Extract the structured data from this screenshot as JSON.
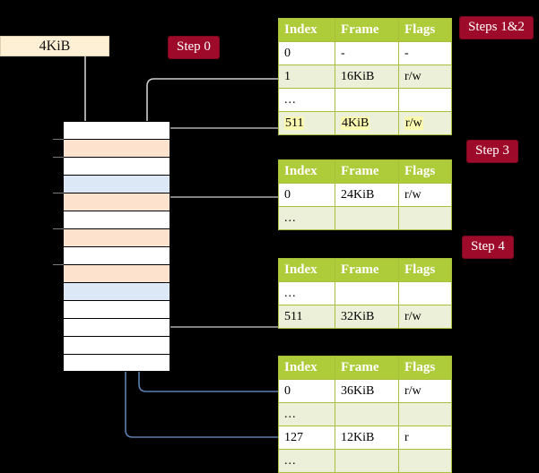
{
  "diagram": {
    "title_badges": [
      {
        "id": "steps-1-2",
        "label": "Steps 1&2"
      },
      {
        "id": "step-3",
        "label": "Step 3"
      },
      {
        "id": "step-4",
        "label": "Step 4"
      },
      {
        "id": "step-0",
        "label": "Step 0"
      }
    ],
    "frame_box": {
      "label": "4KiB"
    },
    "accent_badge_color": "#9e0b2a",
    "table_header_color": "#aecb3a",
    "highlight_color": "#fbf8b0",
    "memory_orange": "#fde3cd",
    "memory_blue": "#dde8f7"
  },
  "tables": [
    {
      "name": "pml4-table",
      "headers": [
        "Index",
        "Frame",
        "Flags"
      ],
      "rows": [
        {
          "cells": [
            "0",
            "-",
            "-"
          ],
          "style": "white",
          "highlight": false
        },
        {
          "cells": [
            "1",
            "16KiB",
            "r/w"
          ],
          "style": "alt",
          "highlight": false
        },
        {
          "cells": [
            "...",
            "",
            ""
          ],
          "style": "white",
          "highlight": false
        },
        {
          "cells": [
            "511",
            "4KiB",
            "r/w"
          ],
          "style": "alt",
          "highlight": true
        }
      ]
    },
    {
      "name": "pdp-table",
      "headers": [
        "Index",
        "Frame",
        "Flags"
      ],
      "rows": [
        {
          "cells": [
            "0",
            "24KiB",
            "r/w"
          ],
          "style": "white",
          "highlight": false
        },
        {
          "cells": [
            "...",
            "",
            ""
          ],
          "style": "alt",
          "highlight": false
        }
      ]
    },
    {
      "name": "pd-table",
      "headers": [
        "Index",
        "Frame",
        "Flags"
      ],
      "rows": [
        {
          "cells": [
            "...",
            "",
            ""
          ],
          "style": "white",
          "highlight": false
        },
        {
          "cells": [
            "511",
            "32KiB",
            "r/w"
          ],
          "style": "alt",
          "highlight": false
        }
      ]
    },
    {
      "name": "pt-table",
      "headers": [
        "Index",
        "Frame",
        "Flags"
      ],
      "rows": [
        {
          "cells": [
            "0",
            "36KiB",
            "r/w"
          ],
          "style": "white",
          "highlight": false
        },
        {
          "cells": [
            "...",
            "",
            ""
          ],
          "style": "alt",
          "highlight": false
        },
        {
          "cells": [
            "127",
            "12KiB",
            "r"
          ],
          "style": "white",
          "highlight": false
        },
        {
          "cells": [
            "...",
            "",
            ""
          ],
          "style": "alt",
          "highlight": false
        }
      ]
    }
  ],
  "memory_column": {
    "name": "physical-memory-column",
    "rows": [
      {
        "fill": "white"
      },
      {
        "fill": "orange"
      },
      {
        "fill": "white"
      },
      {
        "fill": "blue"
      },
      {
        "fill": "orange"
      },
      {
        "fill": "white"
      },
      {
        "fill": "orange"
      },
      {
        "fill": "white"
      },
      {
        "fill": "orange"
      },
      {
        "fill": "blue"
      },
      {
        "fill": "white"
      },
      {
        "fill": "white"
      },
      {
        "fill": "white"
      },
      {
        "fill": "white"
      }
    ]
  }
}
